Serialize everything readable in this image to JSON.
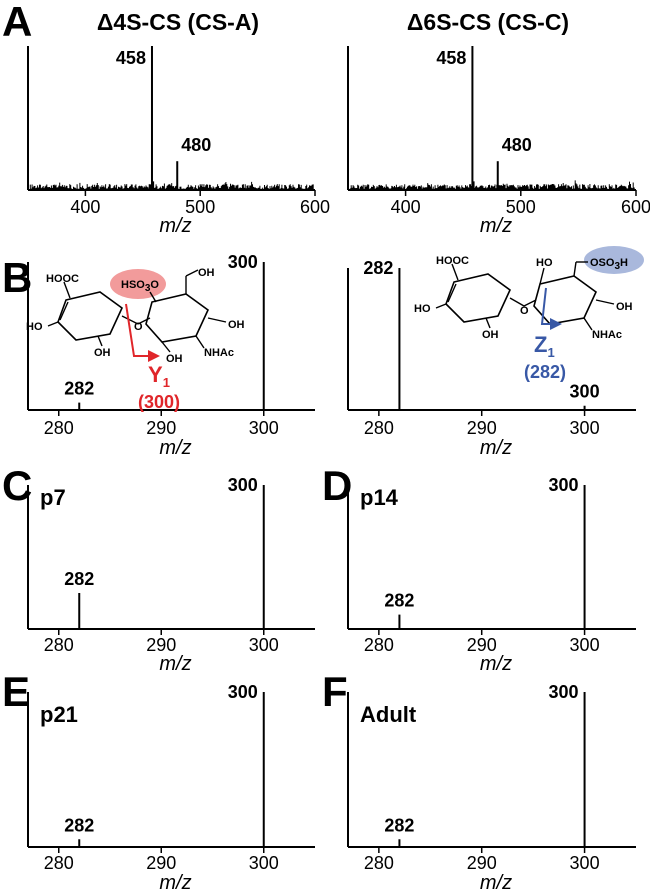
{
  "panels": {
    "A": "A",
    "B": "B",
    "C": "C",
    "D": "D",
    "E": "E",
    "F": "F"
  },
  "structures": {
    "left_arrow_label": "Y",
    "left_arrow_sub": "1",
    "left_arrow_mass": "(300)",
    "right_arrow_label": "Z",
    "right_arrow_sub": "1",
    "right_arrow_mass": "(282)",
    "cooh": "HOOC",
    "hso3o": "HSO",
    "oso3h": "OSO",
    "oh": "OH",
    "ho": "HO",
    "nhac": "NHAc",
    "o": "O",
    "highlight_red": "#f29b9b",
    "highlight_blue": "#a9b8dc",
    "arrow_red": "#e0262a",
    "arrow_blue": "#3858a6"
  },
  "chart_data": [
    {
      "id": "A-left",
      "type": "line",
      "title": "Δ4S-CS (CS-A)",
      "xlabel": "m/z",
      "ylabel": "",
      "xlim": [
        350,
        600
      ],
      "xticks": [
        400,
        500,
        600
      ],
      "peaks": [
        {
          "x": 458,
          "y": 100,
          "label": "458"
        },
        {
          "x": 480,
          "y": 20,
          "label": "480"
        },
        {
          "x": 459,
          "y": 6,
          "label": ""
        },
        {
          "x": 456,
          "y": 4,
          "label": ""
        }
      ]
    },
    {
      "id": "A-right",
      "type": "line",
      "title": "Δ6S-CS (CS-C)",
      "xlabel": "m/z",
      "ylabel": "",
      "xlim": [
        350,
        600
      ],
      "xticks": [
        400,
        500,
        600
      ],
      "peaks": [
        {
          "x": 458,
          "y": 100,
          "label": "458"
        },
        {
          "x": 480,
          "y": 20,
          "label": "480"
        },
        {
          "x": 459,
          "y": 6,
          "label": ""
        },
        {
          "x": 456,
          "y": 4,
          "label": ""
        }
      ]
    },
    {
      "id": "B-left",
      "type": "bar",
      "title": "",
      "xlabel": "m/z",
      "ylabel": "",
      "xlim": [
        277,
        305
      ],
      "xticks": [
        280,
        290,
        300
      ],
      "peaks": [
        {
          "x": 300,
          "y": 100,
          "label": "300"
        },
        {
          "x": 282,
          "y": 5,
          "label": "282"
        }
      ]
    },
    {
      "id": "B-right",
      "type": "bar",
      "title": "",
      "xlabel": "m/z",
      "ylabel": "",
      "xlim": [
        277,
        305
      ],
      "xticks": [
        280,
        290,
        300
      ],
      "peaks": [
        {
          "x": 282,
          "y": 100,
          "label": "282"
        },
        {
          "x": 300,
          "y": 3,
          "label": "300"
        }
      ]
    },
    {
      "id": "C",
      "type": "bar",
      "sample": "p7",
      "xlabel": "m/z",
      "ylabel": "",
      "xlim": [
        277,
        305
      ],
      "xticks": [
        280,
        290,
        300
      ],
      "peaks": [
        {
          "x": 300,
          "y": 100,
          "label": "300"
        },
        {
          "x": 282,
          "y": 25,
          "label": "282"
        }
      ]
    },
    {
      "id": "D",
      "type": "bar",
      "sample": "p14",
      "xlabel": "m/z",
      "ylabel": "",
      "xlim": [
        277,
        305
      ],
      "xticks": [
        280,
        290,
        300
      ],
      "peaks": [
        {
          "x": 300,
          "y": 100,
          "label": "300"
        },
        {
          "x": 282,
          "y": 10,
          "label": "282"
        }
      ]
    },
    {
      "id": "E",
      "type": "bar",
      "sample": "p21",
      "xlabel": "m/z",
      "ylabel": "",
      "xlim": [
        277,
        305
      ],
      "xticks": [
        280,
        290,
        300
      ],
      "peaks": [
        {
          "x": 300,
          "y": 100,
          "label": "300"
        },
        {
          "x": 282,
          "y": 5,
          "label": "282"
        }
      ]
    },
    {
      "id": "F",
      "type": "bar",
      "sample": "Adult",
      "xlabel": "m/z",
      "ylabel": "",
      "xlim": [
        277,
        305
      ],
      "xticks": [
        280,
        290,
        300
      ],
      "peaks": [
        {
          "x": 300,
          "y": 100,
          "label": "300"
        },
        {
          "x": 282,
          "y": 5,
          "label": "282"
        }
      ]
    }
  ]
}
